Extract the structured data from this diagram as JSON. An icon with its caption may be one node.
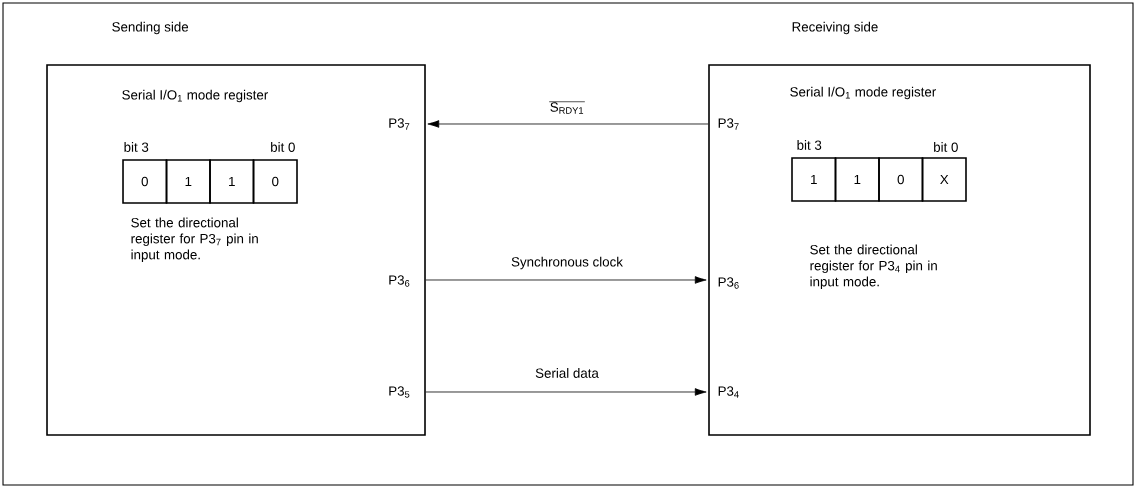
{
  "diagram": {
    "nodes": [
      {
        "text": [],
        "shape": "box"
      },
      {
        "text": [
          "Sending side",
          "Serial I/O$_{1}$ mode register",
          "Set the directional register for P3$_{7}$ pin in input mode."
        ],
        "in": 0
      },
      {
        "text": [
          "0"
        ],
        "in": 1
      },
      {
        "text": [
          "1"
        ],
        "in": 1
      },
      {
        "text": [
          "1"
        ],
        "in": 1
      },
      {
        "text": [
          "0"
        ],
        "in": 1
      },
      {
        "text": [
          "Receiving side",
          "Serial I/O$_{1}$ mode register",
          "Set the directional register for P3$_{4}$ pin in input mode."
        ],
        "in": 0
      },
      {
        "text": [
          "1"
        ],
        "in": 6
      },
      {
        "text": [
          "1"
        ],
        "in": 6
      },
      {
        "text": [
          "0"
        ],
        "in": 6
      },
      {
        "text": [
          "X"
        ],
        "in": 6
      }
    ],
    "edges": [
      {
        "from": 6,
        "to": 1,
        "arrow": "to",
        "label": "S$_{RDY1}$"
      },
      {
        "from": 1,
        "to": 6,
        "arrow": "to",
        "label": "Synchronous clock"
      },
      {
        "from": 1,
        "to": 6,
        "arrow": "to",
        "label": "Serial data"
      }
    ],
    "labels": [
      "P3$_{7}$",
      "bit 3",
      "bit 0",
      "P3$_{6}$",
      "P3$_{5}$",
      "P3$_{7}$",
      "bit 3",
      "bit 0",
      "P3$_{6}$",
      "P3$_{4}$"
    ]
  }
}
